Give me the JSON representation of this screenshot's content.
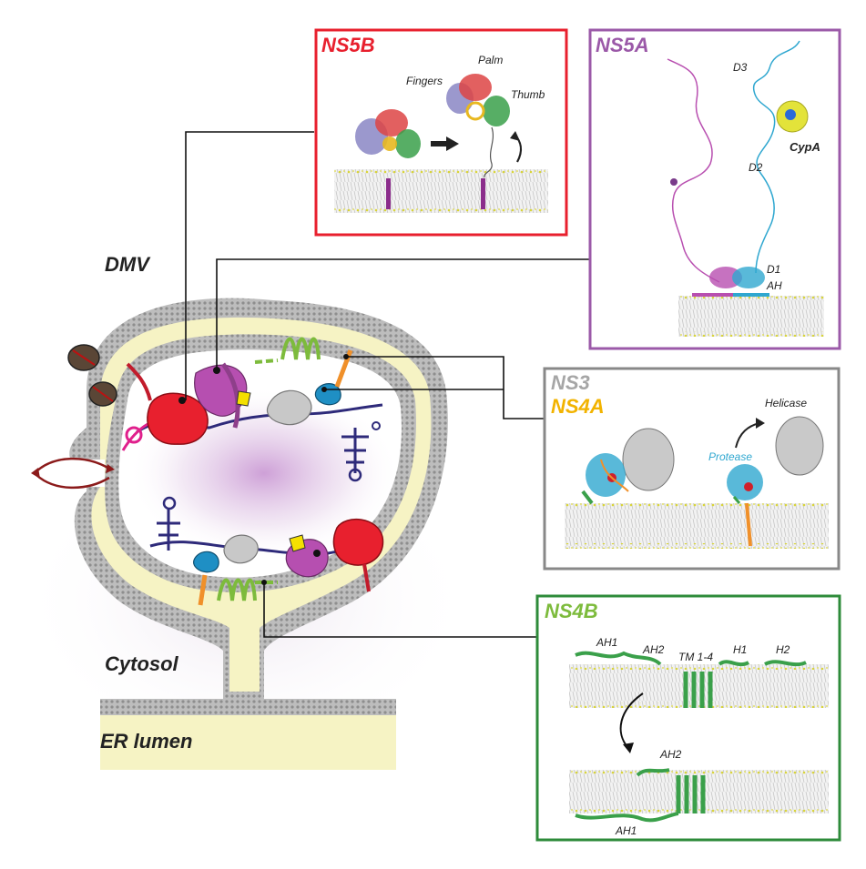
{
  "labels": {
    "dmv": "DMV",
    "cytosol": "Cytosol",
    "er_lumen": "ER lumen"
  },
  "panels": {
    "ns5b": {
      "title": "NS5B",
      "color": "#e8202e",
      "labels": {
        "fingers": "Fingers",
        "palm": "Palm",
        "thumb": "Thumb"
      }
    },
    "ns5a": {
      "title": "NS5A",
      "color": "#9b59a8",
      "labels": {
        "d3": "D3",
        "d2": "D2",
        "d1": "D1",
        "ah": "AH",
        "cypa": "CypA"
      }
    },
    "ns3_ns4a": {
      "title_ns3": "NS3",
      "title_ns4a": "NS4A",
      "color_ns3": "#a6a6a6",
      "color_ns4a": "#f2b300",
      "labels": {
        "helicase": "Helicase",
        "protease": "Protease"
      }
    },
    "ns4b": {
      "title": "NS4B",
      "color": "#3c9a3c",
      "labels": {
        "ah1": "AH1",
        "ah2": "AH2",
        "tm": "TM 1-4",
        "h1": "H1",
        "h2": "H2",
        "ah2_bottom": "AH2",
        "ah1_bottom": "AH1"
      }
    }
  },
  "colors": {
    "membrane": "#9a9a9a",
    "lumen": "#f5f3b8",
    "rna": "#2e2a7a",
    "ns5b": "#e8202e",
    "ns5a": "#b64fb0",
    "ns3": "#b8b8b8",
    "protease": "#1f8fc4",
    "ns4b": "#7dbb3c",
    "ns4a": "#f0902a"
  }
}
